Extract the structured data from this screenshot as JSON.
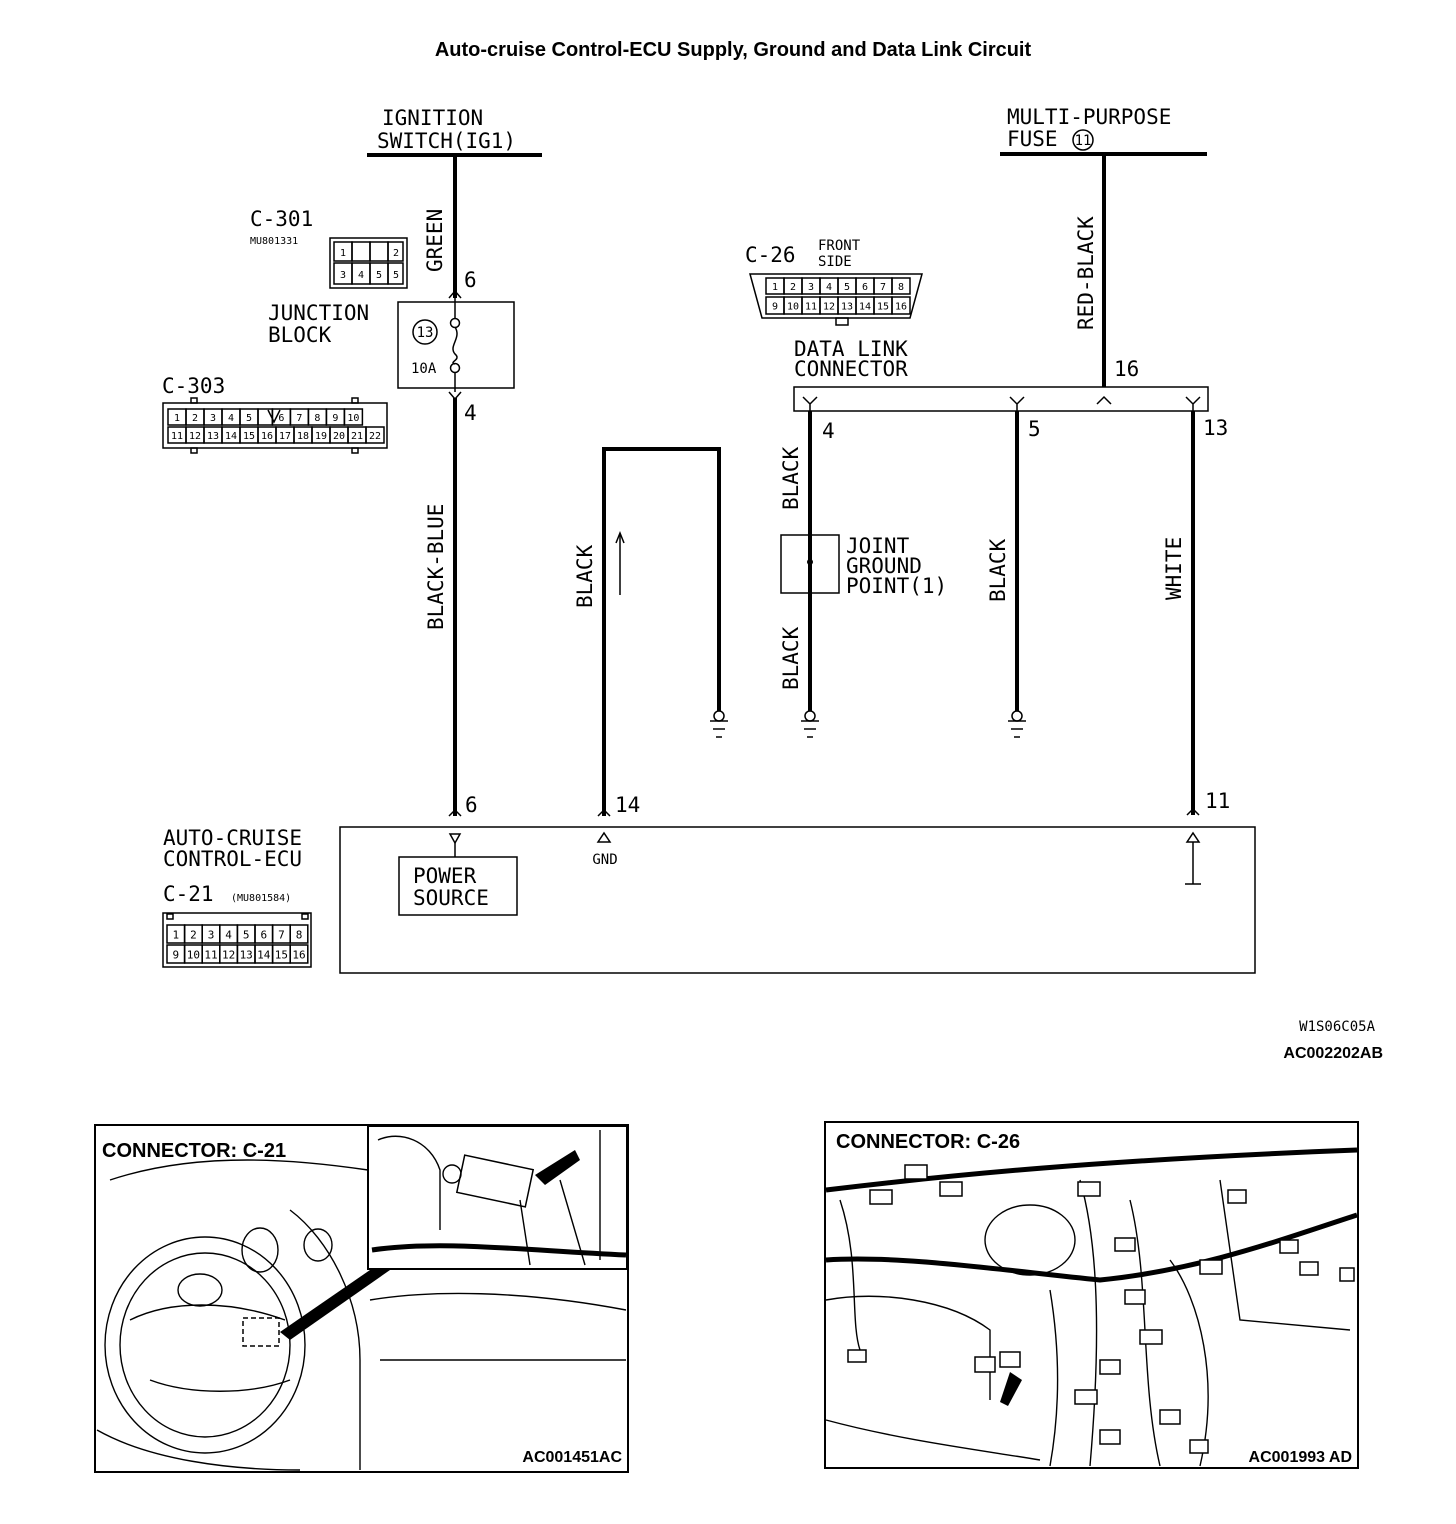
{
  "title": "Auto-cruise Control-ECU Supply, Ground and Data Link Circuit",
  "sources": {
    "ignition_line1": "IGNITION",
    "ignition_line2": "SWITCH(IG1)",
    "fuse_line1": "MULTI-PURPOSE",
    "fuse_line2": "FUSE",
    "fuse_number": "11"
  },
  "connectors": {
    "c301_label": "C-301",
    "c301_part": "MU801331",
    "c301_pins": [
      "1",
      "",
      "",
      "2",
      "3",
      "4",
      "5",
      "5"
    ],
    "c303_label": "C-303",
    "c303_pins_top": [
      "1",
      "2",
      "3",
      "4",
      "5",
      "",
      "6",
      "7",
      "8",
      "9",
      "10"
    ],
    "c303_pins_bottom": [
      "11",
      "12",
      "13",
      "14",
      "15",
      "16",
      "17",
      "18",
      "19",
      "20",
      "21",
      "22"
    ],
    "c26_label": "C-26",
    "c26_side_line1": "FRONT",
    "c26_side_line2": "SIDE",
    "c26_pins_top": [
      "1",
      "2",
      "3",
      "4",
      "5",
      "6",
      "7",
      "8"
    ],
    "c26_pins_bottom": [
      "9",
      "10",
      "11",
      "12",
      "13",
      "14",
      "15",
      "16"
    ],
    "c21_label": "C-21",
    "c21_part": "(MU801584)",
    "c21_pins_top": [
      "1",
      "2",
      "3",
      "4",
      "5",
      "6",
      "7",
      "8"
    ],
    "c21_pins_bottom": [
      "9",
      "10",
      "11",
      "12",
      "13",
      "14",
      "15",
      "16"
    ]
  },
  "junction_block": {
    "label_line1": "JUNCTION",
    "label_line2": "BLOCK",
    "fuse_number": "13",
    "fuse_rating": "10A",
    "pin_in": "6",
    "pin_out": "4"
  },
  "wires": {
    "green": "GREEN",
    "black_blue": "BLACK-BLUE",
    "black_gnd": "BLACK",
    "red_black": "RED-BLACK",
    "black_dl4_upper": "BLACK",
    "black_dl4_lower": "BLACK",
    "black_dl5": "BLACK",
    "white": "WHITE"
  },
  "data_link": {
    "label_line1": "DATA LINK",
    "label_line2": "CONNECTOR",
    "pin_16": "16",
    "pin_4": "4",
    "pin_5": "5",
    "pin_13": "13"
  },
  "joint_ground": {
    "line1": "JOINT",
    "line2": "GROUND",
    "line3": "POINT(1)"
  },
  "ecu": {
    "label_line1": "AUTO-CRUISE",
    "label_line2": "CONTROL-ECU",
    "pin_6": "6",
    "pin_14": "14",
    "pin_11": "11",
    "gnd": "GND",
    "power_line1": "POWER",
    "power_line2": "SOURCE"
  },
  "codes": {
    "diagram_code": "W1S06C05A",
    "figure_code": "AC002202AB"
  },
  "photos": {
    "left_title": "CONNECTOR: C-21",
    "left_code": "AC001451AC",
    "right_title": "CONNECTOR: C-26",
    "right_code": "AC001993 AD"
  }
}
